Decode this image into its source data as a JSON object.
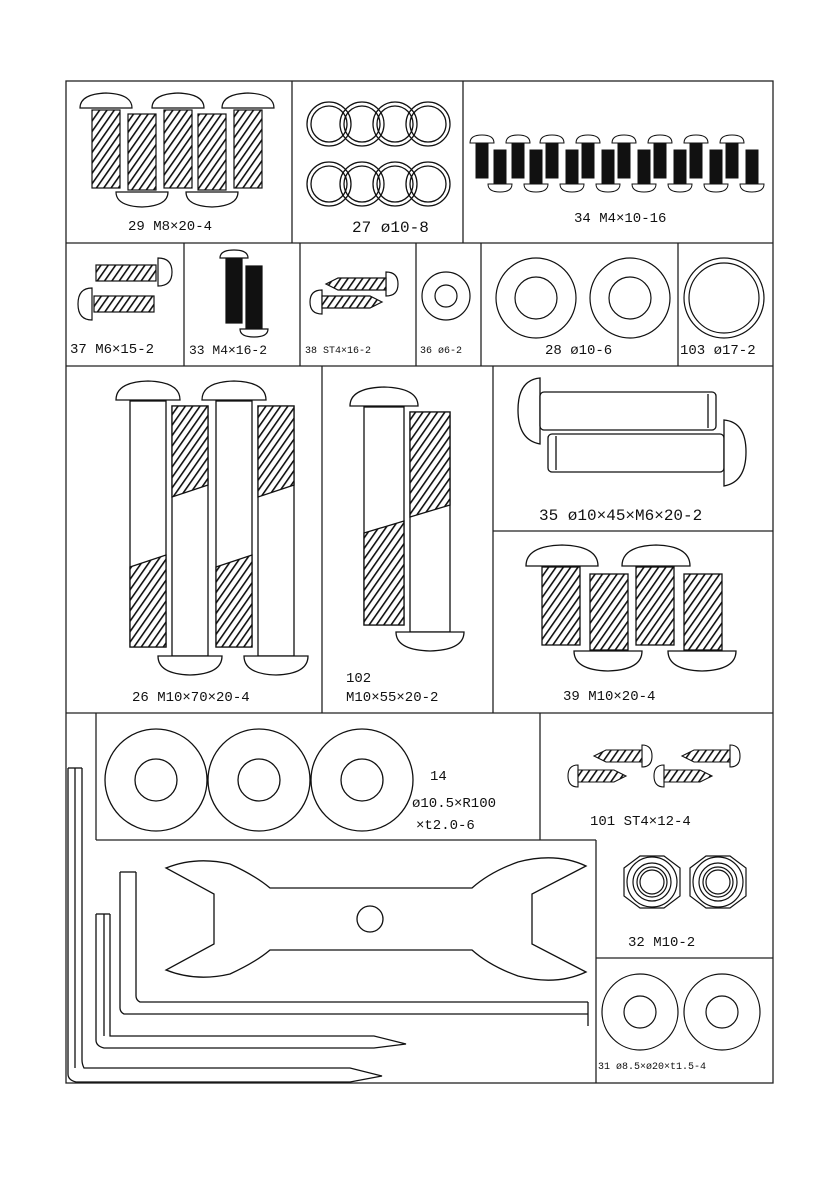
{
  "parts": {
    "p29": {
      "label": "29 M8×20-4"
    },
    "p27": {
      "label": "27 ø10-8"
    },
    "p34": {
      "label": "34 M4×10-16"
    },
    "p37": {
      "label": "37 M6×15-2"
    },
    "p33": {
      "label": "33 M4×16-2"
    },
    "p38": {
      "label": "38 ST4×16-2"
    },
    "p36": {
      "label": "36 ø6-2"
    },
    "p28": {
      "label": "28 ø10-6"
    },
    "p103": {
      "label": "103 ø17-2"
    },
    "p35": {
      "label": "35 ø10×45×M6×20-2"
    },
    "p26": {
      "label": "26 M10×70×20-4"
    },
    "p102": {
      "label_line1": "102",
      "label_line2": "M10×55×20-2"
    },
    "p39": {
      "label": "39 M10×20-4"
    },
    "p14": {
      "label_line1": "14",
      "label_line2": "ø10.5×R100",
      "label_line3": "×t2.0-6"
    },
    "p101": {
      "label": "101 ST4×12-4"
    },
    "p32": {
      "label": "32 M10-2"
    },
    "p31": {
      "label": "31 ø8.5×ø20×t1.5-4"
    }
  }
}
